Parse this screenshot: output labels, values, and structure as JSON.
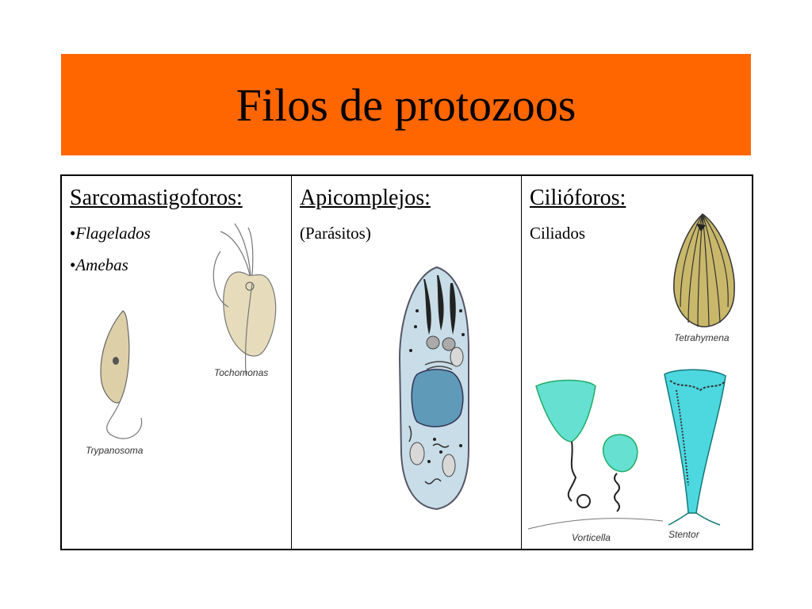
{
  "title": "Filos de protozoos",
  "columns": [
    {
      "heading": "Sarcomastigoforos:",
      "items": [
        {
          "bullet": "•",
          "text": "Flagelados"
        },
        {
          "bullet": "•",
          "text": "Amebas"
        }
      ],
      "captions": [
        "Tochomonas",
        "Trypanosoma"
      ]
    },
    {
      "heading": "Apicomplejos:",
      "subtitle": "(Parásitos)"
    },
    {
      "heading": "Cilióforos:",
      "subtitle": "Ciliados",
      "captions": [
        "Tetrahymena",
        "Vorticella",
        "Stentor"
      ]
    }
  ],
  "colors": {
    "title_background": "#ff6600",
    "ciliate_fill": "#66e0d0",
    "stentor_fill": "#4dd8e0",
    "apicomplexan_fill": "#c8dde8",
    "nucleus_fill": "#5f9ab8"
  }
}
